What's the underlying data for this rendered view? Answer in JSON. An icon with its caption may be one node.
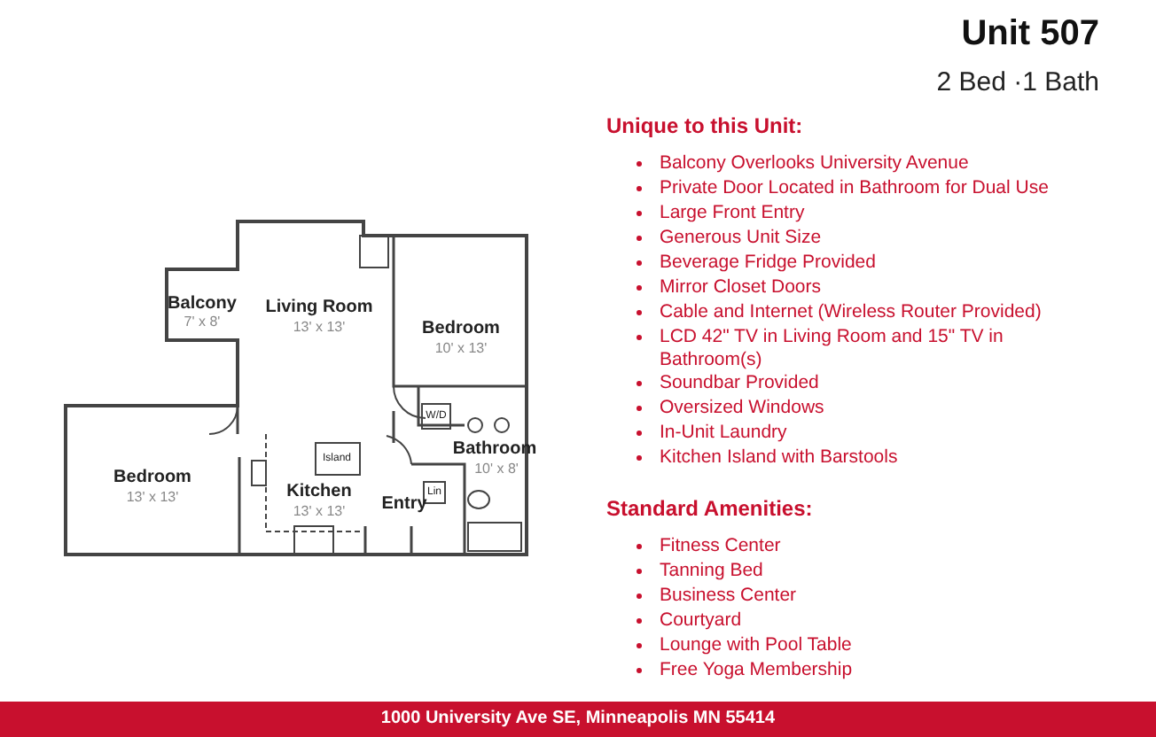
{
  "diagram": {
    "title": "Unit 507",
    "labels": [
      "2 Bed ·1 Bath",
      "Balcony",
      "7' x 8'",
      "Living Room",
      "13' x 13'",
      "Bedroom",
      "10' x 13'",
      "W/D",
      "Island",
      "Bathroom",
      "10' x 8'",
      "Bedroom",
      "13' x 13'",
      "Kitchen",
      "13' x 13'",
      "Lin",
      "Entry",
      "Unique to this Unit:",
      "Balcony Overlooks University Avenue",
      "Private Door Located in Bathroom for Dual Use",
      "Large Front Entry",
      "Generous Unit Size",
      "Beverage Fridge Provided",
      "Mirror Closet Doors",
      "Cable and Internet (Wireless Router Provided)",
      "LCD 42\" TV in Living Room and 15\" TV in Bathroom(s)",
      "Soundbar Provided",
      "Oversized Windows",
      "In-Unit Laundry",
      "Kitchen Island with Barstools",
      "Standard Amenities:",
      "Fitness Center",
      "Tanning Bed",
      "Business Center",
      "Courtyard",
      "Lounge with Pool Table",
      "Free Yoga Membership",
      "1000 University Ave SE, Minneapolis MN 55414"
    ]
  }
}
